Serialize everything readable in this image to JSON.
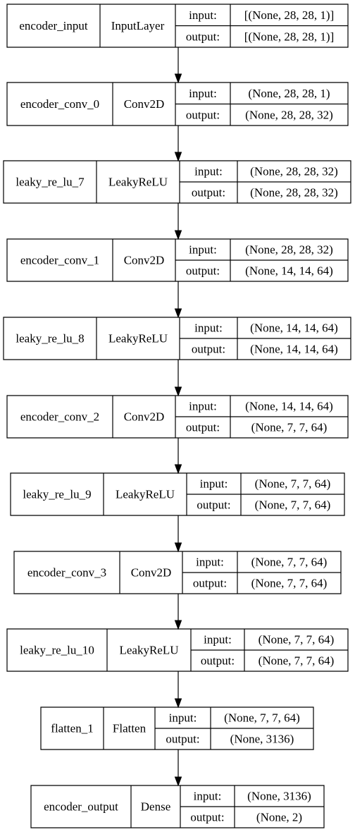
{
  "diagram": {
    "port_labels": {
      "input": "input:",
      "output": "output:"
    },
    "layers": [
      {
        "name": "encoder_input",
        "type": "InputLayer",
        "input": "[(None, 28, 28, 1)]",
        "output": "[(None, 28, 28, 1)]"
      },
      {
        "name": "encoder_conv_0",
        "type": "Conv2D",
        "input": "(None, 28, 28, 1)",
        "output": "(None, 28, 28, 32)"
      },
      {
        "name": "leaky_re_lu_7",
        "type": "LeakyReLU",
        "input": "(None, 28, 28, 32)",
        "output": "(None, 28, 28, 32)"
      },
      {
        "name": "encoder_conv_1",
        "type": "Conv2D",
        "input": "(None, 28, 28, 32)",
        "output": "(None, 14, 14, 64)"
      },
      {
        "name": "leaky_re_lu_8",
        "type": "LeakyReLU",
        "input": "(None, 14, 14, 64)",
        "output": "(None, 14, 14, 64)"
      },
      {
        "name": "encoder_conv_2",
        "type": "Conv2D",
        "input": "(None, 14, 14, 64)",
        "output": "(None, 7, 7, 64)"
      },
      {
        "name": "leaky_re_lu_9",
        "type": "LeakyReLU",
        "input": "(None, 7, 7, 64)",
        "output": "(None, 7, 7, 64)"
      },
      {
        "name": "encoder_conv_3",
        "type": "Conv2D",
        "input": "(None, 7, 7, 64)",
        "output": "(None, 7, 7, 64)"
      },
      {
        "name": "leaky_re_lu_10",
        "type": "LeakyReLU",
        "input": "(None, 7, 7, 64)",
        "output": "(None, 7, 7, 64)"
      },
      {
        "name": "flatten_1",
        "type": "Flatten",
        "input": "(None, 7, 7, 64)",
        "output": "(None, 3136)"
      },
      {
        "name": "encoder_output",
        "type": "Dense",
        "input": "(None, 3136)",
        "output": "(None, 2)"
      }
    ]
  }
}
